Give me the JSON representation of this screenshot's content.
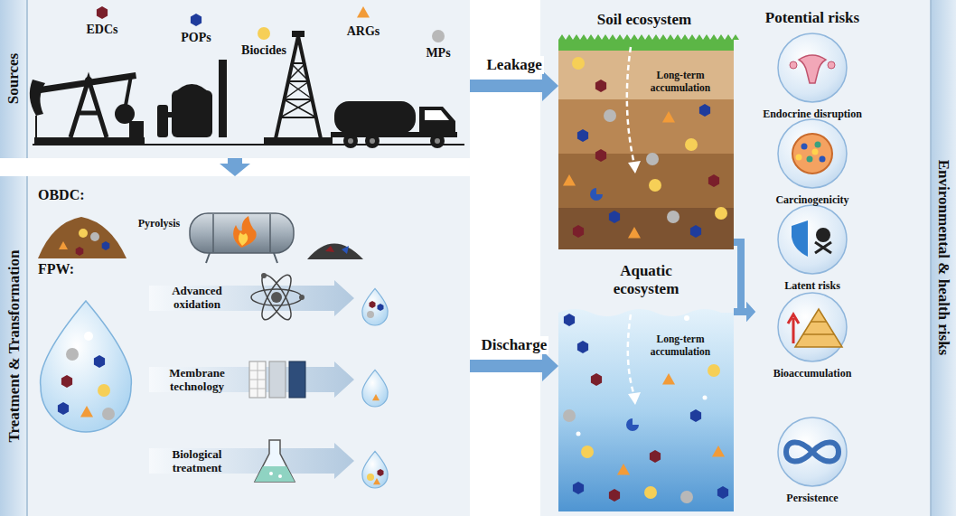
{
  "diagram": {
    "nodes": [
      {
        "text": [
          "Sources"
        ]
      },
      {
        "text": [
          "Treatment & Transformation"
        ]
      },
      {
        "text": [
          "Environmental & health risks"
        ]
      },
      {
        "text": [
          "Soil ecosystem",
          "Long-term accumulation"
        ],
        "in": 2
      },
      {
        "text": [
          "Aquatic ecosystem",
          "Long-term accumulation"
        ],
        "in": 2
      },
      {
        "text": [
          "Potential risks"
        ],
        "in": 2
      },
      {
        "text": [
          "Endocrine disruption"
        ],
        "in": 5
      },
      {
        "text": [
          "Carcinogenicity"
        ],
        "in": 5
      },
      {
        "text": [
          "Latent risks"
        ],
        "in": 5
      },
      {
        "text": [
          "Bioaccumulation"
        ],
        "in": 5
      },
      {
        "text": [
          "Persistence"
        ],
        "in": 5
      }
    ],
    "edges": [
      {
        "from": 0,
        "to": 1,
        "arrow": "to"
      },
      {
        "from": 0,
        "to": 3,
        "label": "Leakage",
        "arrow": "to"
      },
      {
        "from": 1,
        "to": 4,
        "label": "Discharge",
        "arrow": "to"
      },
      {
        "from": 3,
        "to": 5,
        "arrow": "to"
      },
      {
        "from": 4,
        "to": 5,
        "arrow": "to"
      }
    ],
    "labels": [
      "EDCs",
      "POPs",
      "Biocides",
      "ARGs",
      "MPs",
      "OBDC:",
      "Pyrolysis",
      "FPW:",
      "Advanced oxidation",
      "Membrane technology",
      "Biological treatment"
    ]
  }
}
